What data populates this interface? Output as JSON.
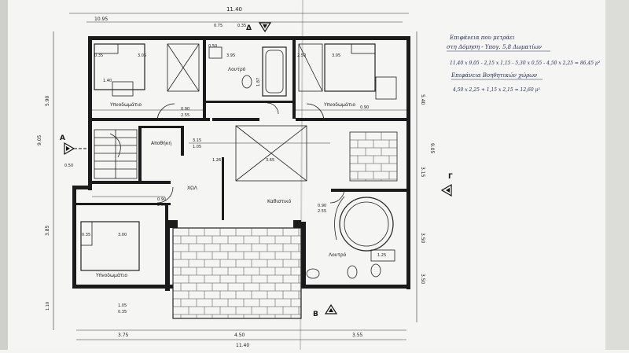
{
  "sheet": {
    "dimensions": {
      "top_total": "11.40",
      "top_inner": "10.95",
      "left_total": "9.05",
      "left_upper": "5.90",
      "left_lower": "3.85",
      "right_upper": "5.40",
      "right_mid": "3.15",
      "right_lower": "3.50",
      "right_low2": "3.50",
      "bottom_left": "3.75",
      "bottom_mid": "4.50",
      "bottom_right": "3.55",
      "bottom_total": "11.40",
      "right_vert_a": "9.05",
      "misc_a": "0.75",
      "misc_b": "0.35",
      "misc_c": "1.05",
      "misc_d": "0.35",
      "misc_e": "1.10",
      "misc_f": "0.50"
    },
    "section_marks": {
      "top": "Δ",
      "bottom": "B",
      "left": "A",
      "right": "Γ"
    },
    "rooms": {
      "bedroom_top_left": "Υπνοδωμάτιο",
      "bathroom_top": "Λουτρό",
      "bedroom_top_right": "Υπνοδωμάτιο",
      "storage": "Αποθήκη",
      "hall_label": "ΧΩΛ",
      "living": "Καθιστικό",
      "bedroom_bottom_left": "Υπνοδωμάτιο",
      "bathroom_bottom": "Λουτρό"
    },
    "small_dims": {
      "d1": "0.35",
      "d2": "3.05",
      "d3": "1.40",
      "d4": "0.90",
      "d5": "2.55",
      "d6": "0.50",
      "d7": "3.95",
      "d8": "1.87",
      "d9": "2.50",
      "d10": "3.05",
      "d11": "0.90",
      "d12": "3.15",
      "d13": "1.05",
      "d14": "1.26",
      "d15": "3.65",
      "d16": "0.90",
      "d17": "2.55",
      "d18": "0.35",
      "d19": "3.00",
      "d20": "0.90",
      "d21": "2.55",
      "d22": "1.25"
    },
    "notes": {
      "line1": "Επιφάνεια που μετράει",
      "line2": "στη Δόμηση - Υπογ. 5,8 Δωματίων",
      "calc1": "11,40 x 9,05 - 2,15 x 1,15 - 5,30 x 0,55 - 4,50 x 2,25 = 86,45 μ²",
      "line3": "Επιφάνεια Βοηθητικών χώρων",
      "calc2": "4,50 x 2,25 + 1,15 x 2,15 = 12,60 μ²"
    }
  }
}
